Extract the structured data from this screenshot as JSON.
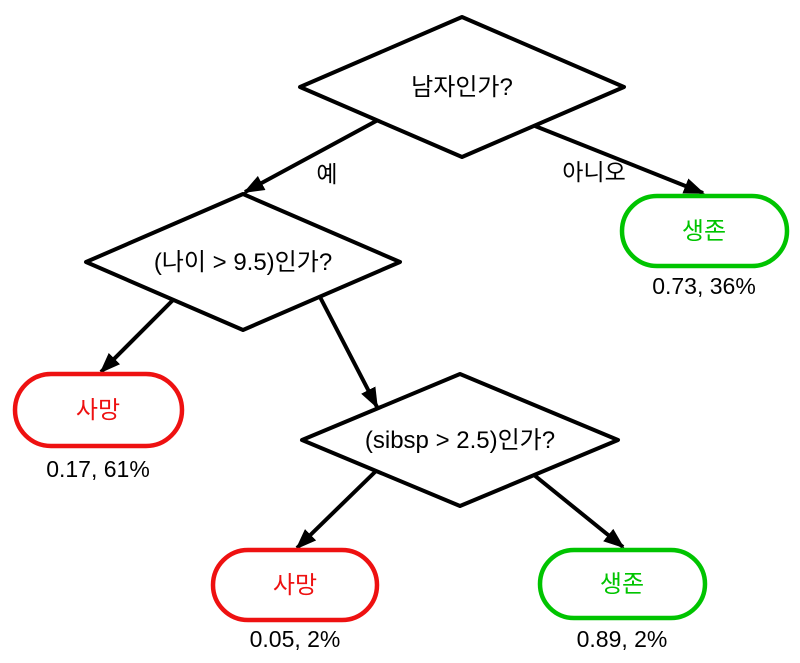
{
  "diagram": {
    "type": "decision-tree",
    "topic": "titanic-survival",
    "colors": {
      "line": "#000000",
      "text": "#000000",
      "die_accent": "#ee1111",
      "survive_accent": "#00c400",
      "background": "#ffffff"
    },
    "nodes": {
      "root": {
        "label": "남자인가?",
        "type": "decision"
      },
      "age": {
        "label": "(나이 > 9.5)인가?",
        "type": "decision"
      },
      "sibsp": {
        "label": "(sibsp > 2.5)인가?",
        "type": "decision"
      },
      "survive_female": {
        "label": "생존",
        "stats": "0.73, 36%",
        "type": "leaf-survive"
      },
      "die_male": {
        "label": "사망",
        "stats": "0.17, 61%",
        "type": "leaf-die"
      },
      "die_sibsp": {
        "label": "사망",
        "stats": "0.05, 2%",
        "type": "leaf-die"
      },
      "survive_sibsp": {
        "label": "생존",
        "stats": "0.89, 2%",
        "type": "leaf-survive"
      }
    },
    "edges": {
      "root_yes": {
        "label": "예",
        "from": "root",
        "to": "age"
      },
      "root_no": {
        "label": "아니오",
        "from": "root",
        "to": "survive_female"
      },
      "age_yes": {
        "from": "age",
        "to": "die_male"
      },
      "age_no": {
        "from": "age",
        "to": "sibsp"
      },
      "sibsp_yes": {
        "from": "sibsp",
        "to": "die_sibsp"
      },
      "sibsp_no": {
        "from": "sibsp",
        "to": "survive_sibsp"
      }
    }
  }
}
